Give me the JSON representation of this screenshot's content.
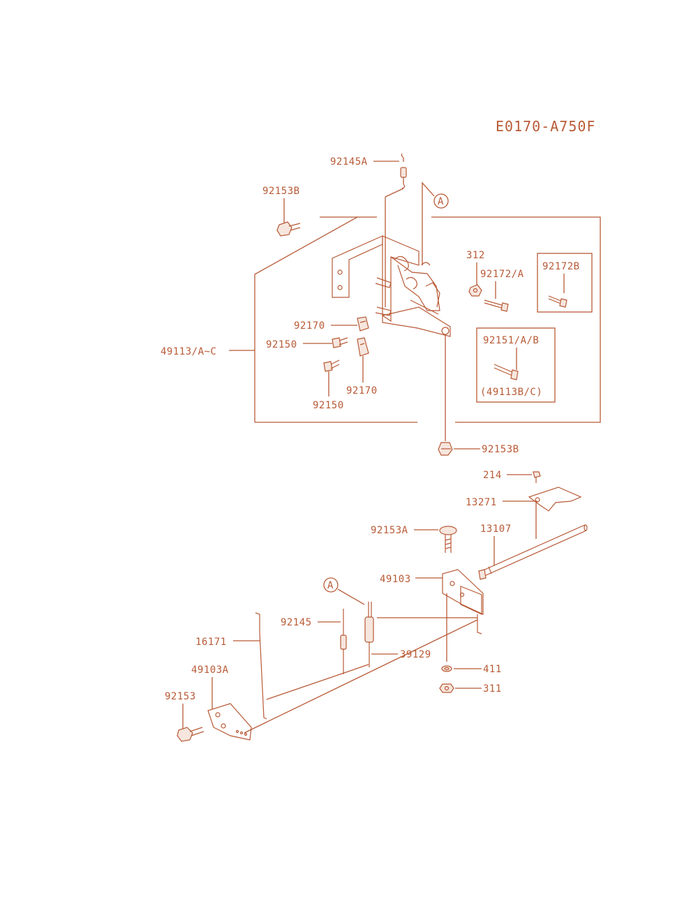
{
  "diagram": {
    "code": "E0170-A750F",
    "ref_marker": "A",
    "labels": {
      "p92145A": "92145A",
      "p92153B_top": "92153B",
      "p312": "312",
      "p92172A": "92172/A",
      "p92172B": "92172B",
      "p92170_a": "92170",
      "p92150_a": "92150",
      "p49113": "49113/A~C",
      "p92170_b": "92170",
      "p92150_b": "92150",
      "p92151": "92151/A/B",
      "p49113BC": "(49113B/C)",
      "p92153B_mid": "92153B",
      "p214": "214",
      "p13271": "13271",
      "p92153A": "92153A",
      "p13107": "13107",
      "p49103": "49103",
      "p92145": "92145",
      "p16171": "16171",
      "p39129": "39129",
      "p49103A": "49103A",
      "p411": "411",
      "p92153": "92153",
      "p311": "311"
    }
  },
  "colors": {
    "ink": "#b85a36"
  }
}
